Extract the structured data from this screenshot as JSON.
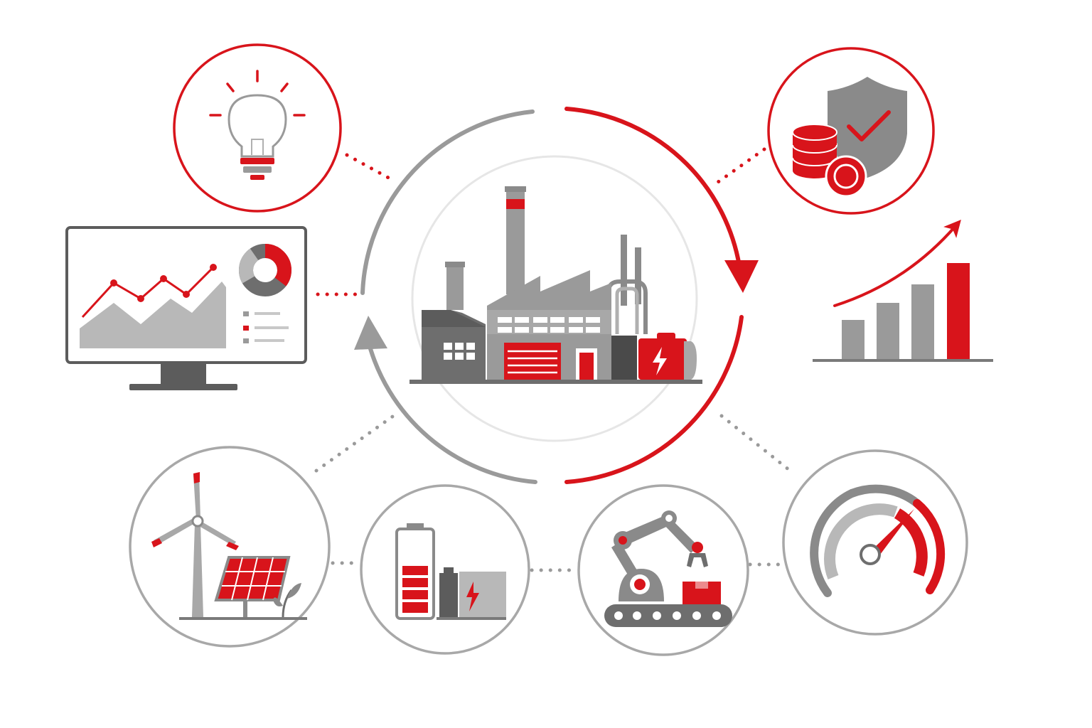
{
  "colors": {
    "accent": "#d8141b",
    "gray": "#9a9a9a",
    "dark_gray": "#5c5c5c",
    "light_gray": "#c4c4c4",
    "faint_gray": "#e6e6e6",
    "background": "#ffffff"
  },
  "center": {
    "icon": "factory-icon"
  },
  "cycle": {
    "arrows": [
      "red-clockwise-arrow-icon",
      "gray-counterclockwise-arrow-icon"
    ]
  },
  "nodes": [
    {
      "id": "idea",
      "icon": "lightbulb-icon",
      "frame": "red-circle"
    },
    {
      "id": "savings",
      "icon": "shield-coins-icon",
      "frame": "red-circle"
    },
    {
      "id": "analytics",
      "icon": "monitor-dashboard-icon",
      "frame": "none"
    },
    {
      "id": "growth",
      "icon": "growth-chart-icon",
      "frame": "none"
    },
    {
      "id": "renewables",
      "icon": "wind-solar-icon",
      "frame": "gray-circle"
    },
    {
      "id": "storage",
      "icon": "battery-storage-icon",
      "frame": "gray-circle"
    },
    {
      "id": "automation",
      "icon": "robot-arm-icon",
      "frame": "gray-circle"
    },
    {
      "id": "performance",
      "icon": "speedometer-icon",
      "frame": "gray-circle"
    }
  ]
}
